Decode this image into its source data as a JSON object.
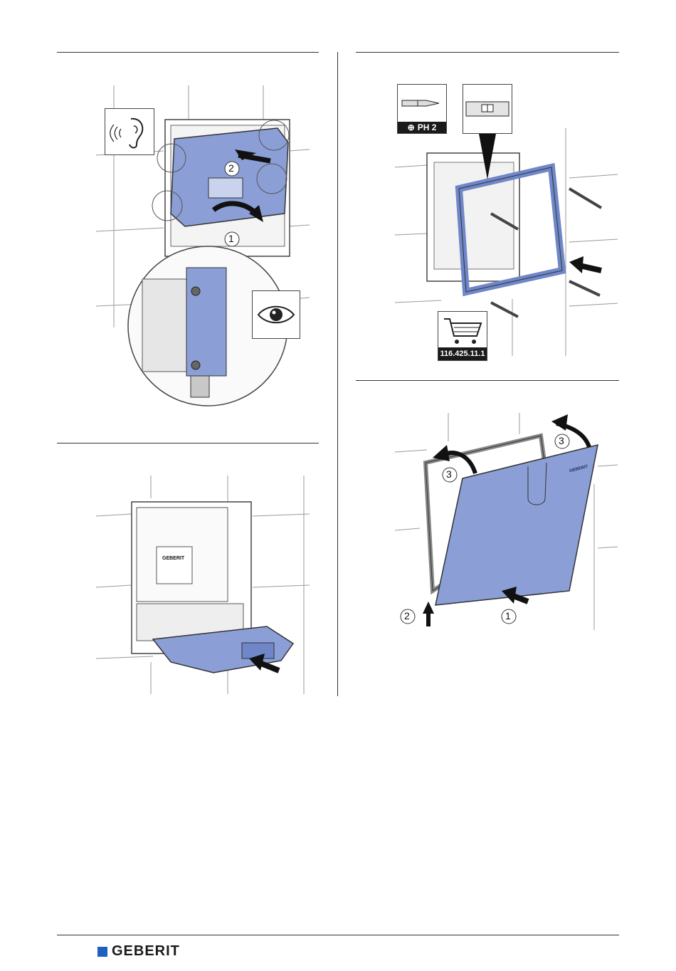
{
  "steps": {
    "panel1": {
      "callouts": [
        "1",
        "2"
      ]
    },
    "panel2": {
      "tool_label": "PH 2",
      "tool_icon": "phillips-screwdriver-icon",
      "level_icon": "spirit-level-icon",
      "cart_icon": "shopping-cart-icon",
      "article_number": "116.425.11.1"
    },
    "panel4": {
      "callouts": [
        "3",
        "3",
        "2",
        "1"
      ]
    },
    "device_brand": "GEBERIT",
    "ear_icon": "ear-listen-icon",
    "eye_icon": "eye-inspect-icon"
  },
  "footer": {
    "brand": "GEBERIT"
  },
  "colors": {
    "accent_blue": "#8b9fd6",
    "logo_blue": "#1f5fbf",
    "line": "#333333"
  }
}
